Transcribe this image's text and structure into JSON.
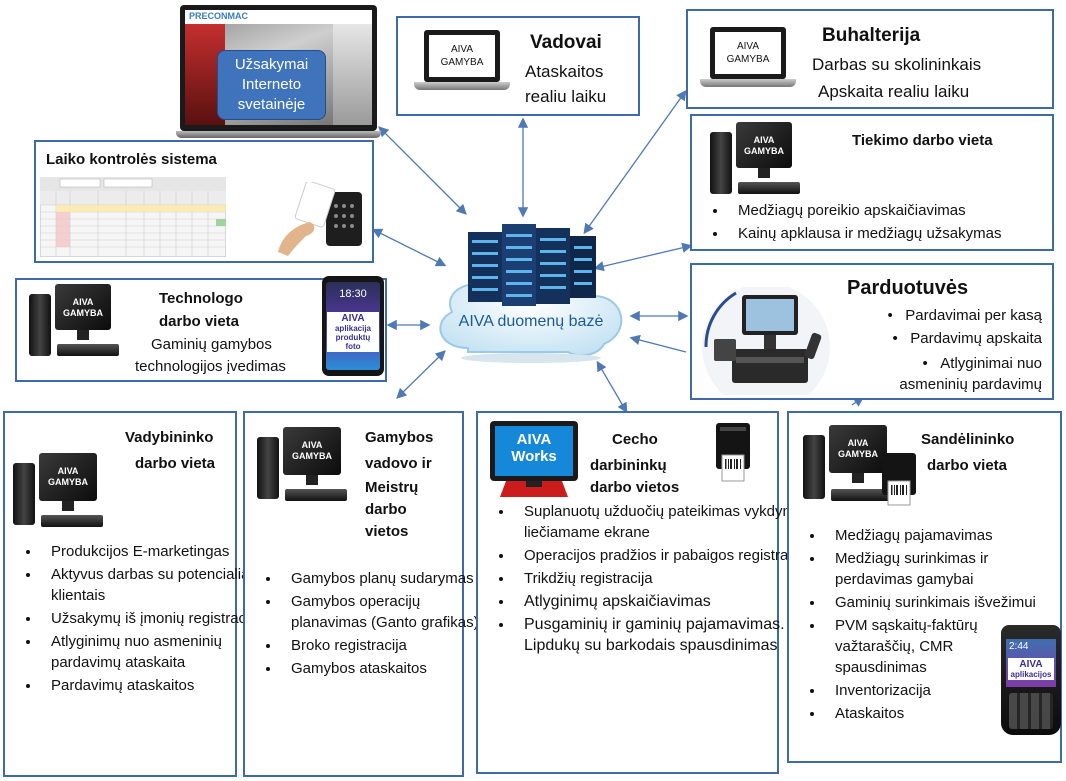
{
  "center": {
    "label": "AIVA duomenų bazė"
  },
  "computer_label": {
    "line1": "AIVA",
    "line2": "GAMYBA"
  },
  "website": {
    "site_name": "PRECONMAC",
    "overlay": [
      "Užsakymai",
      "Interneto",
      "svetainėje"
    ]
  },
  "vadovai": {
    "title": "Vadovai",
    "lines": [
      "Ataskaitos",
      "realiu laiku"
    ]
  },
  "buhalterija": {
    "title": "Buhalterija",
    "lines": [
      "Darbas su skolininkais",
      "Apskaita realiu laiku"
    ]
  },
  "laiko": {
    "title": "Laiko kontrolės sistema"
  },
  "tiekimo": {
    "title": "Tiekimo darbo vieta",
    "items": [
      "Medžiagų poreikio apskaičiavimas",
      "Kainų apklausa ir medžiagų užsakymas"
    ]
  },
  "technologo": {
    "title": [
      "Technologo",
      "darbo vieta"
    ],
    "lines": [
      "Gaminių gamybos",
      "technologijos  įvedimas"
    ],
    "phone": {
      "time": "18:30",
      "app": [
        "AIVA",
        "aplikacija",
        "produktų",
        "foto"
      ]
    }
  },
  "parduotuves": {
    "title": "Parduotuvės",
    "items": [
      "Pardavimai per kasą",
      "Pardavimų apskaita",
      "Atlyginimai nuo asmeninių pardavimų"
    ]
  },
  "vadybininko": {
    "title": [
      "Vadybininko",
      "darbo vieta"
    ],
    "items": [
      "Produkcijos E-marketingas",
      "Aktyvus darbas su potencialiais klientais",
      " Užsakymų iš įmonių registracija",
      "Atlyginimų nuo asmeninių pardavimų ataskaita",
      "Pardavimų ataskaitos"
    ]
  },
  "gamybos": {
    "title": [
      "Gamybos",
      "vadovo ir",
      "Meistrų",
      "darbo",
      "vietos"
    ],
    "items": [
      "Gamybos planų sudarymas",
      "Gamybos operacijų planavimas (Ganto grafikas)",
      "Broko registracija",
      "Gamybos ataskaitos"
    ]
  },
  "cecho": {
    "title": [
      "Cecho",
      "darbininkų",
      "darbo vietos"
    ],
    "screen": [
      "AIVA",
      "Works"
    ],
    "items": [
      "Suplanuotų užduočių pateikimas vykdymui liečiamame ekrane",
      "Operacijos pradžios ir pabaigos registracija",
      "Trikdžių registracija",
      "Atlyginimų apskaičiavimas",
      "Pusgaminių ir gaminių pajamavimas. Lipdukų su barkodais  spausdinimas"
    ]
  },
  "sandelininko": {
    "title": [
      "Sandėlininko",
      "darbo vieta"
    ],
    "items": [
      "Medžiagų pajamavimas",
      "Medžiagų surinkimas ir perdavimas  gamybai",
      "Gaminių surinkimais išvežimui",
      "PVM sąskaitų-faktūrų važtaraščių, CMR spausdinimas",
      "Inventorizacija",
      "Ataskaitos"
    ],
    "scanner": {
      "time": "2:44",
      "app": [
        "AIVA",
        "aplikacijos"
      ]
    }
  }
}
